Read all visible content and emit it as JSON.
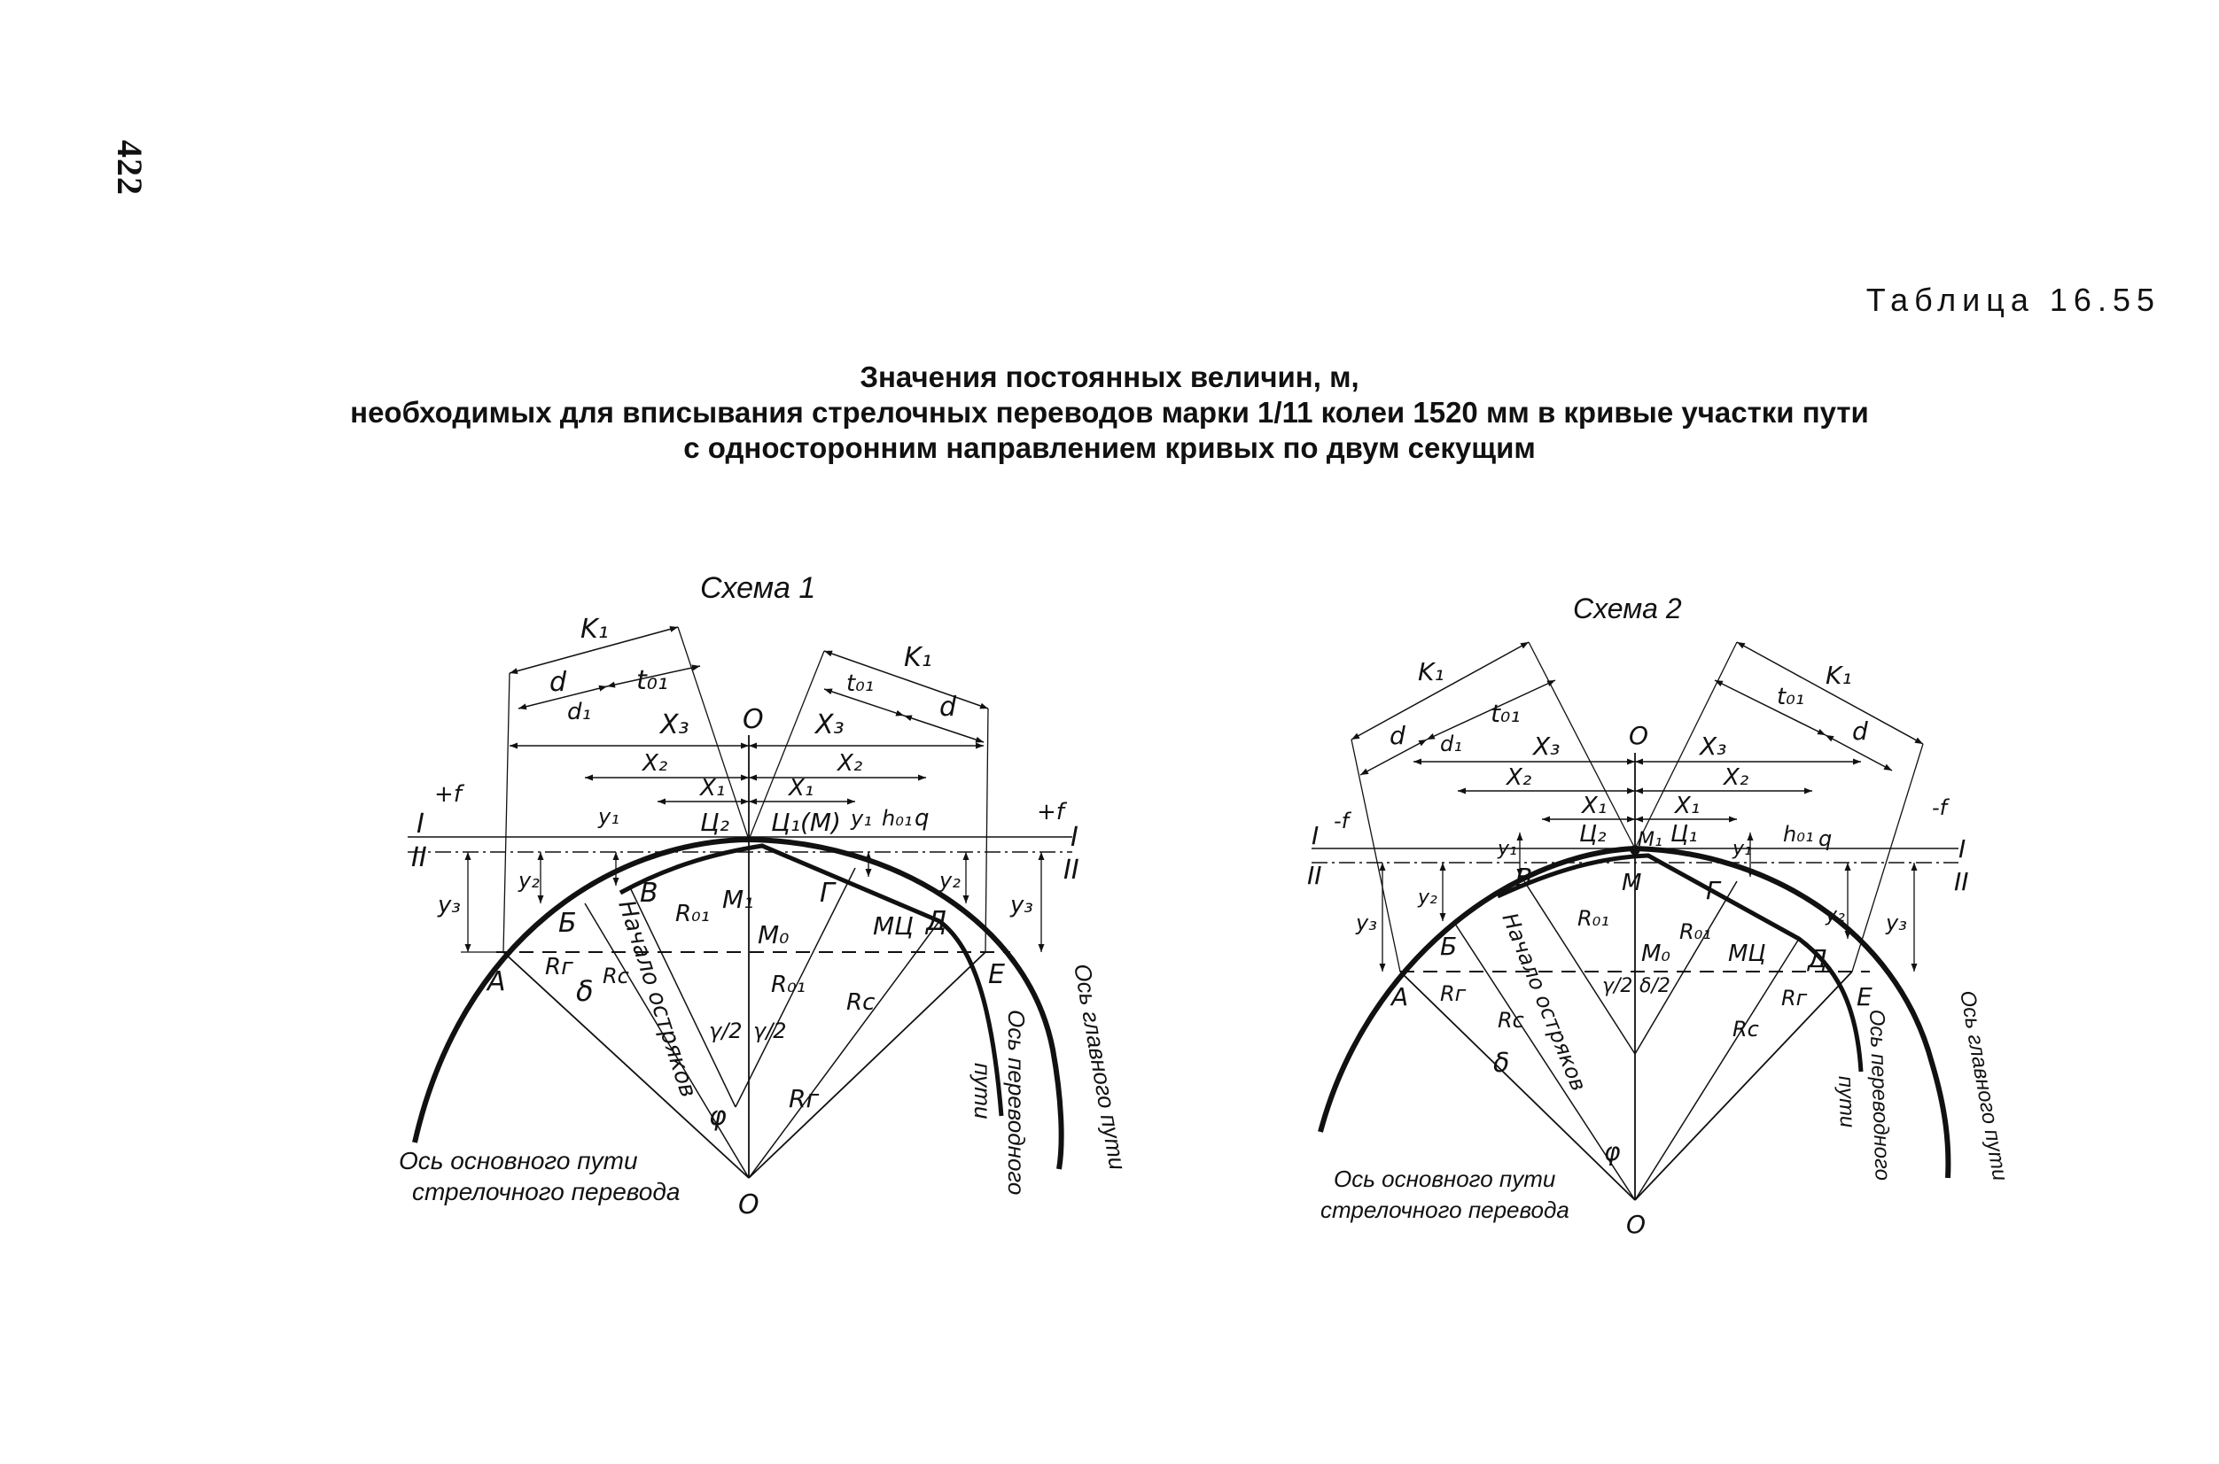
{
  "page": {
    "number": "422",
    "table_label": "Таблица 16.55",
    "title_lines": [
      "Значения постоянных величин, м,",
      "необходимых  для  вписывания стрелочных переводов марки 1/11 колеи 1520 мм в кривые участки пути",
      "с односторонним направлением кривых по двум секущим"
    ]
  },
  "scheme1": {
    "caption": "Схема 1",
    "labels": {
      "k1_left": "K₁",
      "d_left": "d",
      "d1_left": "d₁",
      "t01_left": "t₀₁",
      "x3_left": "X₃",
      "x2_left": "X₂",
      "x1_left": "X₁",
      "o_top": "O",
      "x3_right": "X₃",
      "x2_right": "X₂",
      "x1_right": "X₁",
      "k1_right": "K₁",
      "t01_right": "t₀₁",
      "d_right": "d",
      "h01": "h₀₁",
      "q": "q",
      "c2": "Ц₂",
      "c1m": "Ц₁(M)",
      "level_1": "I",
      "level_2": "II",
      "level_1r": "I",
      "level_2r": "II",
      "f_left": "+f",
      "f_right": "+f",
      "y1_left": "y₁",
      "y1_right": "y₁",
      "y2_left": "y₂",
      "y2_right": "y₂",
      "y3_left": "y₃",
      "y3_right": "y₃",
      "pt_a": "A",
      "pt_b_cyr": "Б",
      "pt_v": "В",
      "pt_m1": "M₁",
      "pt_g": "Г",
      "pt_d": "Д",
      "pt_e": "E",
      "pt_m0": "M₀",
      "pt_mc": "MЦ",
      "r01_left": "R₀₁",
      "r01_mid": "R₀₁",
      "rc_left": "Rc",
      "rc_right": "Rc",
      "rg_small": "Rг",
      "delta": "δ",
      "rg": "Rг",
      "gamma_l": "γ/2",
      "gamma_r": "γ/2",
      "phi": "φ",
      "o_bottom": "O",
      "start_points": "Начало остряков",
      "main_axis_1": "Ось основного пути",
      "main_axis_2": "стрелочного перевода",
      "turnout_axis": "Ось переводного",
      "turnout_axis_2": "пути",
      "main_track_axis": "Ось главного пути"
    }
  },
  "scheme2": {
    "caption": "Схема 2",
    "labels": {
      "k1_left": "K₁",
      "d_left": "d",
      "d1_left": "d₁",
      "t01_left": "t₀₁",
      "x3_left": "X₃",
      "x2_left": "X₂",
      "x1_left": "X₁",
      "o_top": "O",
      "x3_right": "X₃",
      "x2_right": "X₂",
      "x1_right": "X₁",
      "k1_right": "K₁",
      "t01_right": "t₀₁",
      "d_right": "d",
      "c2": "Ц₂",
      "c1": "Ц₁",
      "m1": "M₁",
      "h01": "h₀₁",
      "q": "q",
      "level_1": "I",
      "level_2": "II",
      "level_1r": "I",
      "level_2r": "II",
      "f_left": "-f",
      "f_right": "-f",
      "y1_left": "y₁",
      "y1_right": "y₁",
      "y2_left": "y₂",
      "y2_right": "y₂",
      "y3_left": "y₃",
      "y3_right": "y₃",
      "pt_a": "A",
      "pt_b_cyr": "Б",
      "pt_v": "В",
      "pt_m": "M",
      "pt_g": "Г",
      "pt_d": "Д",
      "pt_e": "E",
      "pt_m0": "M₀",
      "pt_mc": "MЦ",
      "r01_left": "R₀₁",
      "r01_right": "R₀₁",
      "rg_left": "Rг",
      "rc_left": "Rc",
      "rc_right": "Rc",
      "rg_right": "Rг",
      "delta": "δ",
      "gamma_l": "γ/2",
      "gamma_r": "δ/2",
      "phi": "φ",
      "o_bottom": "O",
      "start_points": "Начало остряков",
      "main_axis_1": "Ось основного пути",
      "main_axis_2": "стрелочного перевода",
      "turnout_axis": "Ось переводного",
      "turnout_axis_2": "пути",
      "main_track_axis": "Ось главного пути"
    }
  }
}
